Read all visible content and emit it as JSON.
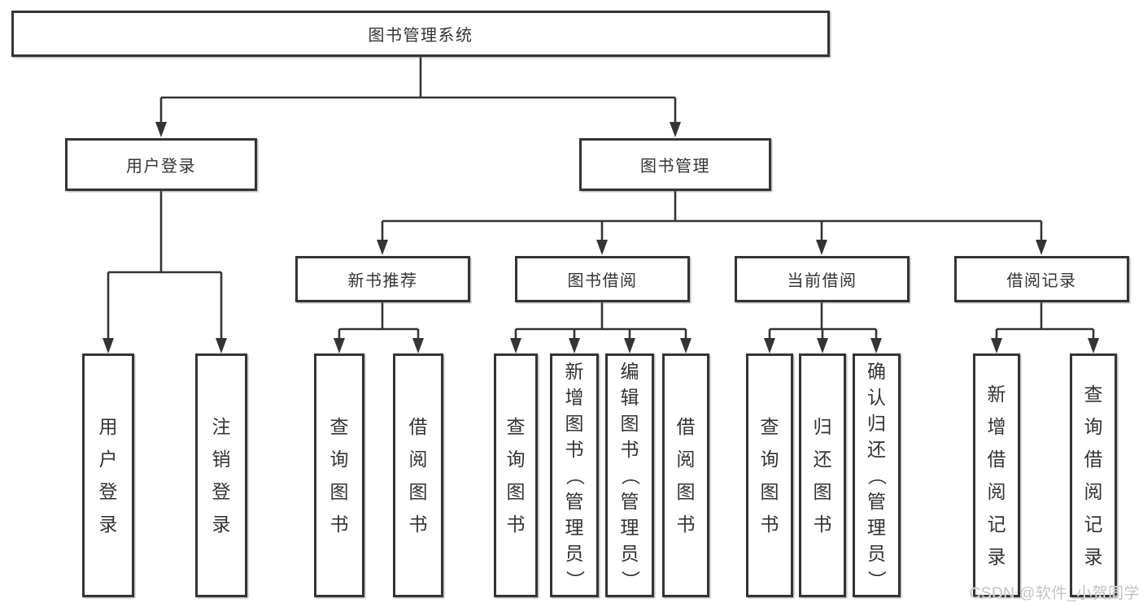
{
  "diagram": {
    "type": "hierarchy-tree",
    "colors": {
      "line": "#343434",
      "text": "#333333",
      "background": "#ffffff",
      "watermark": "#c3c3c3"
    },
    "root": {
      "label": "图书管理系统"
    },
    "level2": [
      {
        "id": "user-login",
        "label": "用户登录"
      },
      {
        "id": "book-management",
        "label": "图书管理"
      }
    ],
    "level3": [
      {
        "id": "new-book-recommend",
        "parent": "book-management",
        "label": "新书推荐"
      },
      {
        "id": "book-borrowing",
        "parent": "book-management",
        "label": "图书借阅"
      },
      {
        "id": "current-borrowing",
        "parent": "book-management",
        "label": "当前借阅"
      },
      {
        "id": "borrow-records",
        "parent": "book-management",
        "label": "借阅记录"
      }
    ],
    "leaves": [
      {
        "parent": "user-login",
        "label": "用户登录"
      },
      {
        "parent": "user-login",
        "label": "注销登录"
      },
      {
        "parent": "new-book-recommend",
        "label": "查询图书"
      },
      {
        "parent": "new-book-recommend",
        "label": "借阅图书"
      },
      {
        "parent": "book-borrowing",
        "label": "查询图书"
      },
      {
        "parent": "book-borrowing",
        "label": "新增图书（管理员）"
      },
      {
        "parent": "book-borrowing",
        "label": "编辑图书（管理员）"
      },
      {
        "parent": "book-borrowing",
        "label": "借阅图书"
      },
      {
        "parent": "current-borrowing",
        "label": "查询图书"
      },
      {
        "parent": "current-borrowing",
        "label": "归还图书"
      },
      {
        "parent": "current-borrowing",
        "label": "确认归还（管理员）"
      },
      {
        "parent": "borrow-records",
        "label": "新增借阅记录"
      },
      {
        "parent": "borrow-records",
        "label": "查询借阅记录"
      }
    ],
    "watermark": "CSDN @软件_小贺同学"
  }
}
